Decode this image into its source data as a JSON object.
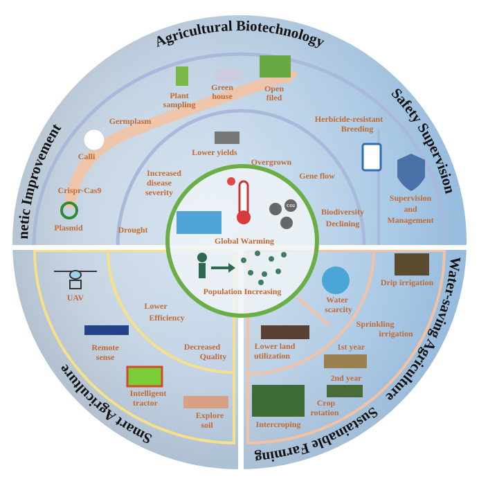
{
  "titles": {
    "agricultural_biotechnology": "Agricultural Biotechnology",
    "genetic_improvement": "Genetic Improvement",
    "safety_supervision": "Safety Supervision",
    "water_saving": "Water-saving Agriculture",
    "sustainable_farming": "Sustainable Farming",
    "smart_agriculture": "Smart Agriculture"
  },
  "genetic": {
    "plant_sampling": [
      "Plant",
      "sampling"
    ],
    "green_house": [
      "Green",
      "house"
    ],
    "open_filed": [
      "Open",
      "filed"
    ],
    "germplasm": "Germplasm",
    "calli": "Calli",
    "crispr": "Crispr-Cas9",
    "plasmid": "Plasmid"
  },
  "safety": {
    "herbicide": [
      "Herbicide-resistant",
      "Breeding"
    ],
    "supervision": [
      "Supervision",
      "and",
      "Management"
    ]
  },
  "problems": {
    "drought": "Drought",
    "disease": [
      "Increased",
      "disease",
      "severity"
    ],
    "lower_yields": "Lower yields",
    "overgrown": "Overgrown",
    "gene_flow": "Gene flow",
    "biodiversity": [
      "Biodiversity",
      "Declining"
    ]
  },
  "center": {
    "global_warming": "Global Warming",
    "population": "Population Increasing",
    "co2": "CO2"
  },
  "smart": {
    "uav": "UAV",
    "remote": [
      "Remote",
      "sense"
    ],
    "lower_eff": [
      "Lower",
      "Efficiency"
    ],
    "decreased": [
      "Decreased",
      "Quality"
    ],
    "tractor": [
      "Intelligent",
      "tractor"
    ],
    "soil": [
      "Explore",
      "soil"
    ]
  },
  "sustain": {
    "water_scarcity": [
      "Water",
      "scarcity"
    ],
    "drip": "Drip irrigation",
    "sprinkling": [
      "Sprinkling",
      "irrigation"
    ],
    "lower_land": [
      "Lower land",
      "utilization"
    ],
    "first_year": "1st year",
    "second_year": "2nd year",
    "crop_rotation": [
      "Crop",
      "rotation"
    ],
    "intercroping": "Intercroping"
  },
  "colors": {
    "label": "#c06a36",
    "green": "#6aae45",
    "blue_ring": "#a9b9dc",
    "yellow_ring": "#f7e08a",
    "peach_ring": "#f4c2a2"
  }
}
